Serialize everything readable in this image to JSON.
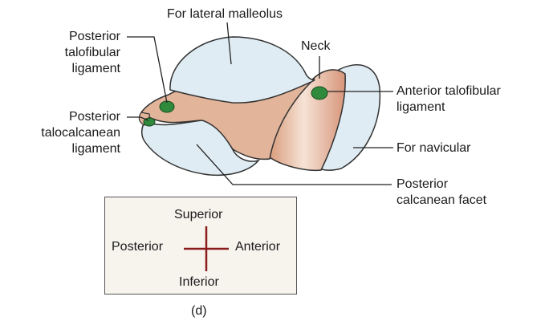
{
  "labels": {
    "lateral_malleolus": "For lateral malleolus",
    "neck": "Neck",
    "posterior_talofibular": [
      "Posterior",
      "talofibular",
      "ligament"
    ],
    "posterior_talocalcanean": [
      "Posterior",
      "talocalcanean",
      "ligament"
    ],
    "anterior_talofibular": [
      "Anterior talofibular",
      "ligament"
    ],
    "navicular": "For navicular",
    "posterior_calcanean_facet": [
      "Posterior",
      "calcanean facet"
    ]
  },
  "orientation": {
    "superior": "Superior",
    "inferior": "Inferior",
    "posterior": "Posterior",
    "anterior": "Anterior"
  },
  "caption": "(d)",
  "colors": {
    "articular_surface": "#dfecf3",
    "bone_tan": "#e2b49a",
    "ligament_green": "#2f8a3c",
    "cross": "#8b1c1c",
    "outline": "#333333"
  }
}
